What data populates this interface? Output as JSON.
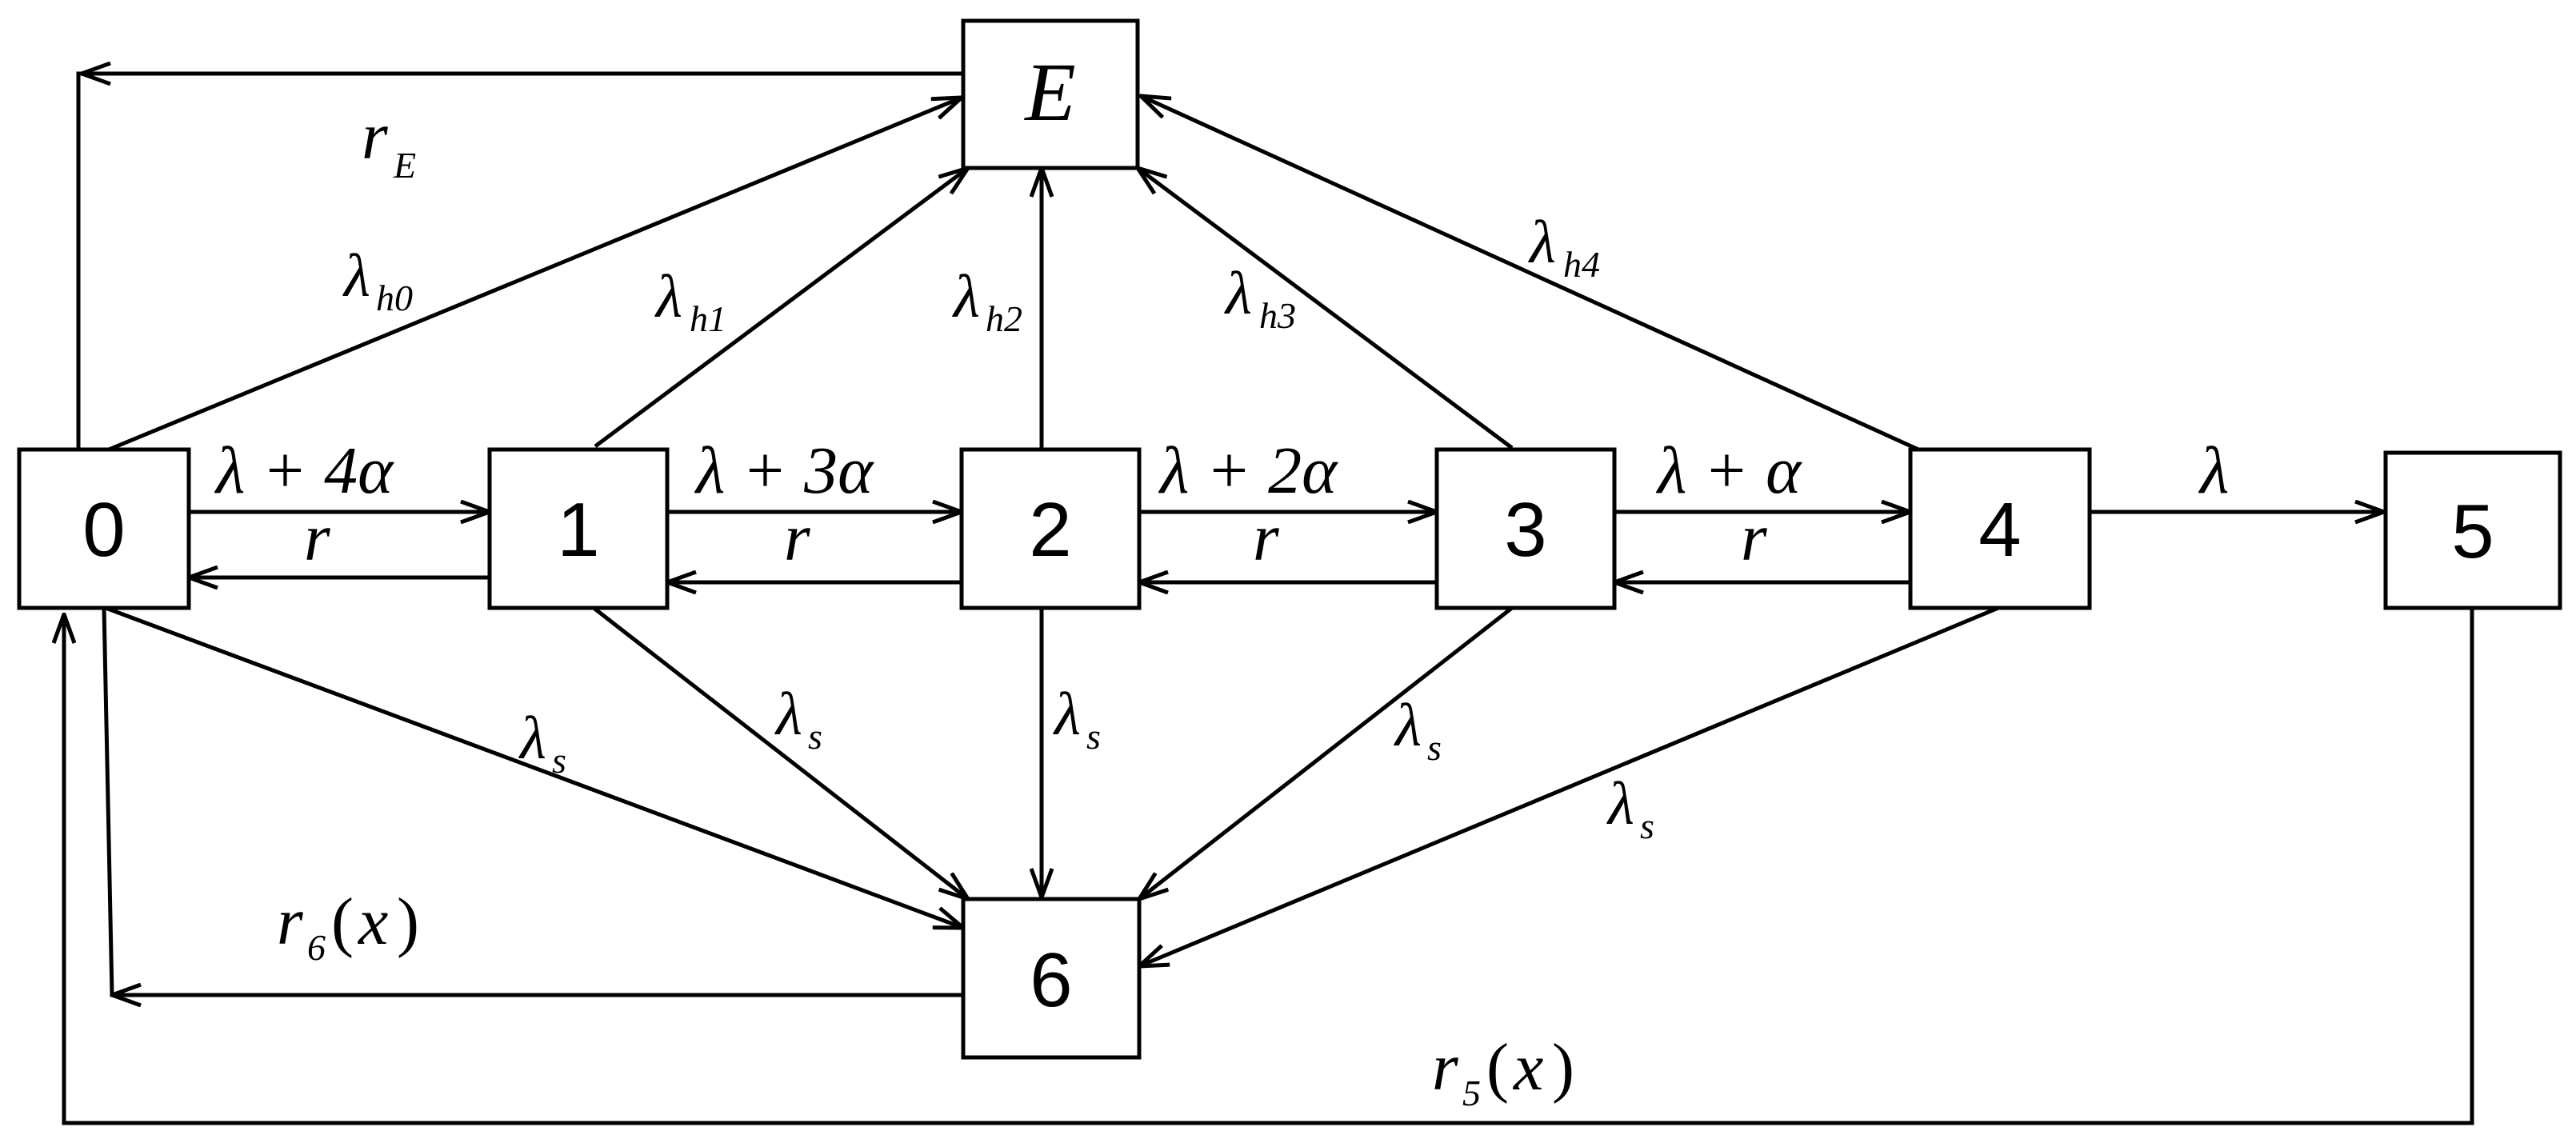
{
  "diagram": {
    "nodes": {
      "E": "E",
      "n0": "0",
      "n1": "1",
      "n2": "2",
      "n3": "3",
      "n4": "4",
      "n5": "5",
      "n6": "6"
    },
    "symbols": {
      "lambda": "λ",
      "r": "r",
      "x": "x",
      "open_paren": "(",
      "close_paren": ")"
    },
    "edges": {
      "rate_0_1": "λ + 4α",
      "rate_1_2": "λ + 3α",
      "rate_2_3": "λ + 2α",
      "rate_3_4": "λ + α",
      "rate_4_5": "λ",
      "repair_r": "r",
      "r_E_sub": "E",
      "h0_sub": "h0",
      "h1_sub": "h1",
      "h2_sub": "h2",
      "h3_sub": "h3",
      "h4_sub": "h4",
      "s_sub": "s",
      "r6_sub": "6",
      "r5_sub": "5"
    }
  }
}
